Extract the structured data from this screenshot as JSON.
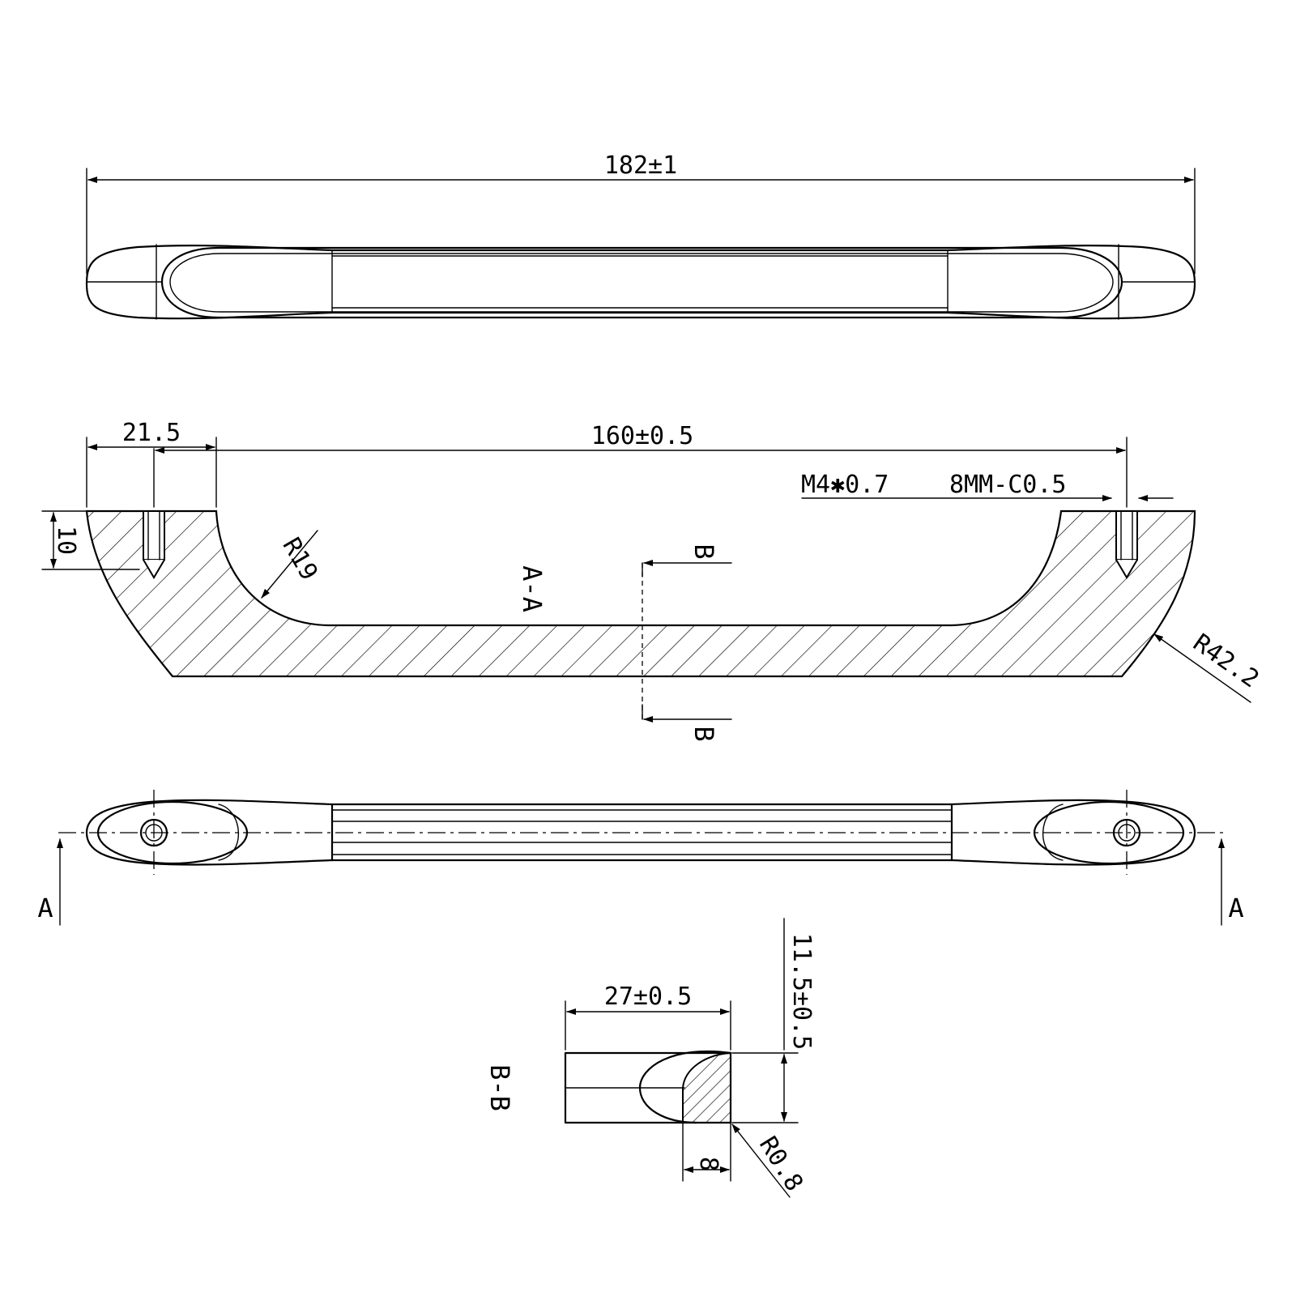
{
  "dimensions": {
    "overall_length": "182±1",
    "end_offset": "21.5",
    "hole_spacing": "160±0.5",
    "thread": "M4✱0.7",
    "thread_depth": "8MM-C0.5",
    "hole_depth": "10",
    "inner_radius": "R19",
    "outer_radius": "R42.2",
    "section_width": "27±0.5",
    "section_height": "11.5±0.5",
    "section_flat": "8",
    "edge_radius": "R0.8"
  },
  "labels": {
    "section_aa": "A-A",
    "section_bb": "B-B",
    "cut_b_top": "B",
    "cut_b_bottom": "B",
    "cut_a_left": "A",
    "cut_a_right": "A"
  },
  "colors": {
    "line": "#000000",
    "background": "#ffffff"
  }
}
